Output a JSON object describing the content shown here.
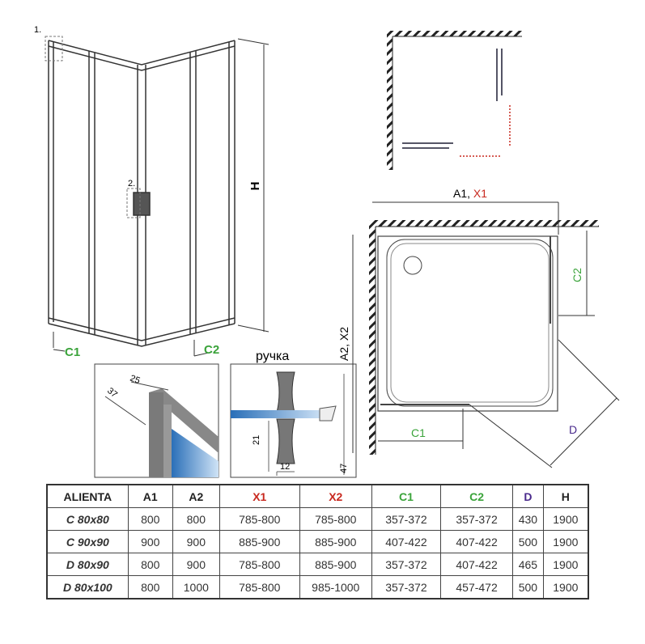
{
  "enclosure": {
    "callout_1": "1.",
    "callout_2": "2.",
    "height_label": "H",
    "c1_label": "C1",
    "c2_label": "C2"
  },
  "profile_detail": {
    "dim_width": "25",
    "dim_depth": "37"
  },
  "handle_detail": {
    "title": "ручка",
    "dim_height": "21",
    "dim_width": "12",
    "dim_total": "47"
  },
  "plan": {
    "a1": "A1",
    "sep": ", ",
    "x1": "X1",
    "a2x2": "A2, X2",
    "c1": "C1",
    "c2": "C2",
    "d": "D"
  },
  "colors": {
    "red": "#c8281e",
    "green": "#3aa33a",
    "purple": "#4a2a8c"
  },
  "table": {
    "headers": [
      "ALIENTA",
      "A1",
      "A2",
      "X1",
      "X2",
      "C1",
      "C2",
      "D",
      "H"
    ],
    "rows": [
      [
        "C 80x80",
        "800",
        "800",
        "785-800",
        "785-800",
        "357-372",
        "357-372",
        "430",
        "1900"
      ],
      [
        "C 90x90",
        "900",
        "900",
        "885-900",
        "885-900",
        "407-422",
        "407-422",
        "500",
        "1900"
      ],
      [
        "D 80x90",
        "800",
        "900",
        "785-800",
        "885-900",
        "357-372",
        "407-422",
        "465",
        "1900"
      ],
      [
        "D 80x100",
        "800",
        "1000",
        "785-800",
        "985-1000",
        "357-372",
        "457-472",
        "500",
        "1900"
      ]
    ]
  }
}
